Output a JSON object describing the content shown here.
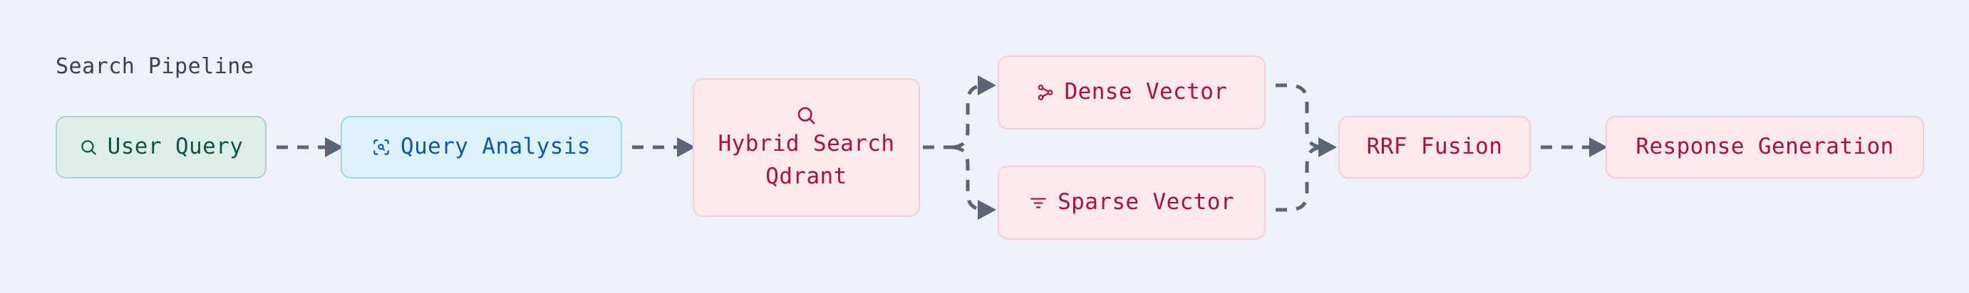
{
  "diagram": {
    "title": "Search Pipeline",
    "type": "flowchart",
    "direction": "left-to-right",
    "background_color": "#eef1f9",
    "title_color": "#39405a",
    "edge_color": "#5b6478",
    "edge_style": "dashed-with-arrowhead"
  },
  "palette": {
    "green_bg": "#ddeee9",
    "green_border": "#a9d5c9",
    "green_text": "#11544a",
    "blue_bg": "#ddf1fb",
    "blue_border": "#9ad8f0",
    "blue_text": "#0f57a8",
    "pink_bg": "#fce9ec",
    "pink_border": "#f8ced5",
    "pink_text": "#ac1040"
  },
  "nodes": {
    "user_query": {
      "label": "User Query",
      "icon": "search-icon",
      "color": "green"
    },
    "query_analysis": {
      "label": "Query Analysis",
      "icon": "scan-search-icon",
      "color": "blue"
    },
    "hybrid_search": {
      "label_line1": "Hybrid Search",
      "label_line2": "Qdrant",
      "icon": "search-icon",
      "color": "pink"
    },
    "dense_vector": {
      "label": "Dense Vector",
      "icon": "waypoints-icon",
      "color": "pink"
    },
    "sparse_vector": {
      "label": "Sparse Vector",
      "icon": "filter-lines-icon",
      "color": "pink"
    },
    "rrf_fusion": {
      "label": "RRF Fusion",
      "icon": null,
      "color": "pink"
    },
    "response_generation": {
      "label": "Response Generation",
      "icon": null,
      "color": "pink"
    }
  },
  "edges": [
    {
      "from": "user_query",
      "to": "query_analysis",
      "style": "dashed",
      "label": ""
    },
    {
      "from": "query_analysis",
      "to": "hybrid_search",
      "style": "dashed",
      "label": ""
    },
    {
      "from": "hybrid_search",
      "to": "dense_vector",
      "style": "dashed-branch-up",
      "label": ""
    },
    {
      "from": "hybrid_search",
      "to": "sparse_vector",
      "style": "dashed-branch-down",
      "label": ""
    },
    {
      "from": "dense_vector",
      "to": "rrf_fusion",
      "style": "dashed-merge-down",
      "label": ""
    },
    {
      "from": "sparse_vector",
      "to": "rrf_fusion",
      "style": "dashed-merge-up",
      "label": ""
    },
    {
      "from": "rrf_fusion",
      "to": "response_generation",
      "style": "dashed",
      "label": ""
    }
  ]
}
